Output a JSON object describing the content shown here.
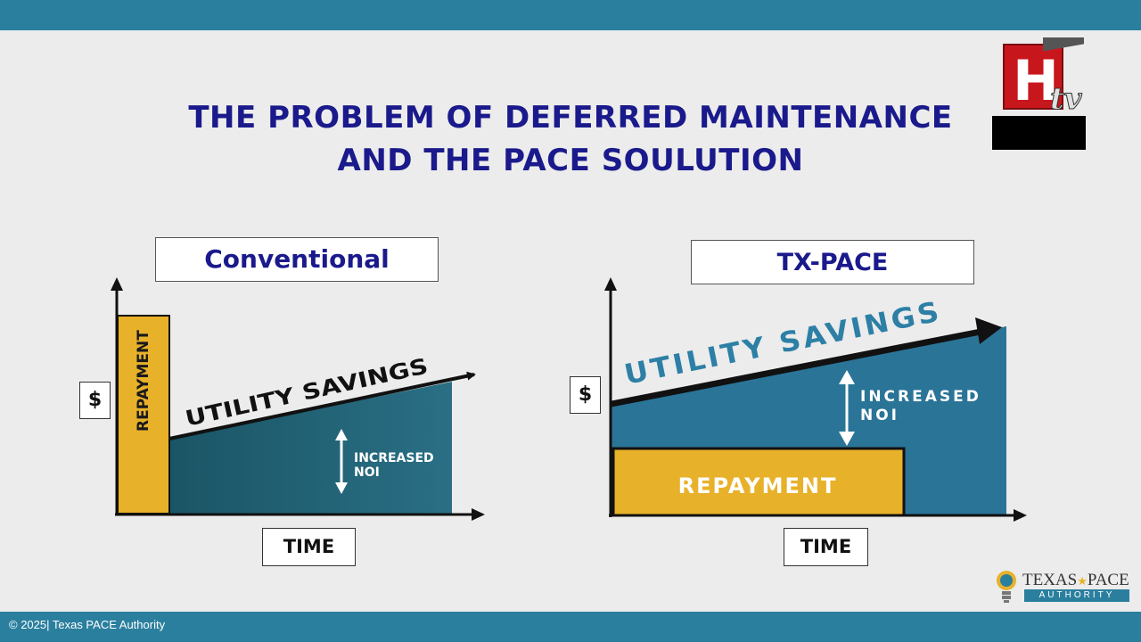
{
  "title": {
    "line1": "THE PROBLEM OF DEFERRED MAINTENANCE",
    "line2": "AND THE PACE SOULUTION"
  },
  "conventional": {
    "header": "Conventional",
    "dollar": "$",
    "repayment": "REPAYMENT",
    "utility_savings": "UTILITY SAVINGS",
    "noi_line1": "INCREASED",
    "noi_line2": "NOI",
    "time": "TIME"
  },
  "txpace": {
    "header": "TX-PACE",
    "dollar": "$",
    "repayment": "REPAYMENT",
    "utility_savings": "UTILITY SAVINGS",
    "noi_line1": "INCREASED",
    "noi_line2": "NOI",
    "time": "TIME"
  },
  "footer": "© 2025| Texas PACE Authority",
  "logos": {
    "htv": "H tv",
    "texas_pace_top": "TEXAS",
    "texas_pace_top2": "PACE",
    "texas_pace_bottom": "AUTHORITY"
  },
  "colors": {
    "bar": "#2b7f9e",
    "title": "#1a1a8c",
    "repayment": "#e8b12a",
    "conv_area": "#1f5f70",
    "pace_area": "#2a7497",
    "pace_text": "#2d7fa5"
  }
}
